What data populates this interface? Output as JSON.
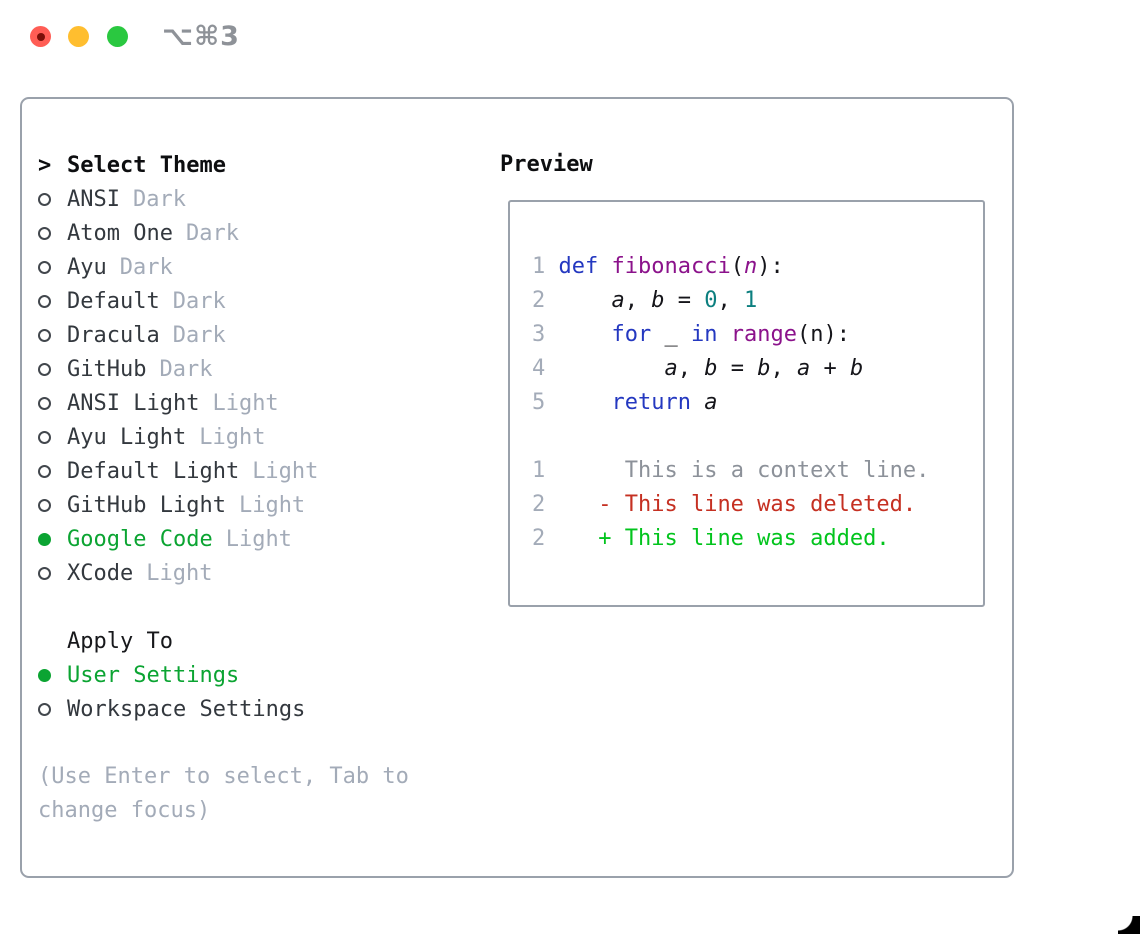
{
  "window": {
    "title_shortcut": "⌥⌘3"
  },
  "theme_list": {
    "header_prefix": ">",
    "header": "Select Theme",
    "items": [
      {
        "name": "ANSI",
        "variant": "Dark",
        "selected": false
      },
      {
        "name": "Atom One",
        "variant": "Dark",
        "selected": false
      },
      {
        "name": "Ayu",
        "variant": "Dark",
        "selected": false
      },
      {
        "name": "Default",
        "variant": "Dark",
        "selected": false
      },
      {
        "name": "Dracula",
        "variant": "Dark",
        "selected": false
      },
      {
        "name": "GitHub",
        "variant": "Dark",
        "selected": false
      },
      {
        "name": "ANSI Light",
        "variant": "Light",
        "selected": false
      },
      {
        "name": "Ayu Light",
        "variant": "Light",
        "selected": false
      },
      {
        "name": "Default Light",
        "variant": "Light",
        "selected": false
      },
      {
        "name": "GitHub Light",
        "variant": "Light",
        "selected": false
      },
      {
        "name": "Google Code",
        "variant": "Light",
        "selected": true
      },
      {
        "name": "XCode",
        "variant": "Light",
        "selected": false
      }
    ]
  },
  "apply_to": {
    "header": "Apply To",
    "options": [
      {
        "name": "User Settings",
        "selected": true
      },
      {
        "name": "Workspace Settings",
        "selected": false
      }
    ]
  },
  "help_lines": [
    "(Use Enter to select, Tab to",
    "change focus)"
  ],
  "preview": {
    "title": "Preview",
    "lines": [
      {
        "segs": [
          {
            "c": "num",
            "t": "1 "
          },
          {
            "c": "kw",
            "t": "def"
          },
          {
            "c": "plain",
            "t": " "
          },
          {
            "c": "fn",
            "t": "fibonacci"
          },
          {
            "c": "plain",
            "t": "("
          },
          {
            "c": "param",
            "t": "n"
          },
          {
            "c": "plain",
            "t": "):"
          }
        ]
      },
      {
        "segs": [
          {
            "c": "num",
            "t": "2 "
          },
          {
            "c": "plain",
            "t": "    "
          },
          {
            "c": "var",
            "t": "a"
          },
          {
            "c": "plain",
            "t": ", "
          },
          {
            "c": "var",
            "t": "b"
          },
          {
            "c": "plain",
            "t": " = "
          },
          {
            "c": "lit",
            "t": "0"
          },
          {
            "c": "plain",
            "t": ", "
          },
          {
            "c": "lit",
            "t": "1"
          }
        ]
      },
      {
        "segs": [
          {
            "c": "num",
            "t": "3 "
          },
          {
            "c": "plain",
            "t": "    "
          },
          {
            "c": "kw",
            "t": "for"
          },
          {
            "c": "plain",
            "t": " _ "
          },
          {
            "c": "kw",
            "t": "in"
          },
          {
            "c": "plain",
            "t": " "
          },
          {
            "c": "fn",
            "t": "range"
          },
          {
            "c": "plain",
            "t": "(n):"
          }
        ]
      },
      {
        "segs": [
          {
            "c": "num",
            "t": "4 "
          },
          {
            "c": "plain",
            "t": "        "
          },
          {
            "c": "var",
            "t": "a"
          },
          {
            "c": "plain",
            "t": ", "
          },
          {
            "c": "var",
            "t": "b"
          },
          {
            "c": "plain",
            "t": " = "
          },
          {
            "c": "var",
            "t": "b"
          },
          {
            "c": "plain",
            "t": ", "
          },
          {
            "c": "var",
            "t": "a"
          },
          {
            "c": "plain",
            "t": " + "
          },
          {
            "c": "var",
            "t": "b"
          }
        ]
      },
      {
        "segs": [
          {
            "c": "num",
            "t": "5 "
          },
          {
            "c": "plain",
            "t": "    "
          },
          {
            "c": "kw",
            "t": "return"
          },
          {
            "c": "plain",
            "t": " "
          },
          {
            "c": "var",
            "t": "a"
          }
        ]
      },
      {
        "segs": []
      },
      {
        "segs": [
          {
            "c": "num",
            "t": "1"
          },
          {
            "c": "plain",
            "t": "      "
          },
          {
            "c": "ctx",
            "t": "This is a context line."
          }
        ]
      },
      {
        "segs": [
          {
            "c": "num",
            "t": "2"
          },
          {
            "c": "plain",
            "t": "    "
          },
          {
            "c": "del",
            "t": "- This line was deleted."
          }
        ]
      },
      {
        "segs": [
          {
            "c": "num",
            "t": "2"
          },
          {
            "c": "plain",
            "t": "    "
          },
          {
            "c": "add",
            "t": "+ This line was added."
          }
        ]
      }
    ]
  },
  "colors": {
    "accent_green": "#0ba432",
    "keyword_blue": "#2438c0",
    "function_purple": "#8b128b",
    "literal_teal": "#0c7f7f",
    "diff_context_gray": "#8c9199",
    "diff_deleted_red": "#c53022",
    "diff_added_green": "#02c41d",
    "muted_gray": "#a3abb8",
    "border_gray": "#9aa1ab",
    "traffic_red": "#ff5d55",
    "traffic_yellow": "#ffbe2f",
    "traffic_green": "#2ac840"
  }
}
